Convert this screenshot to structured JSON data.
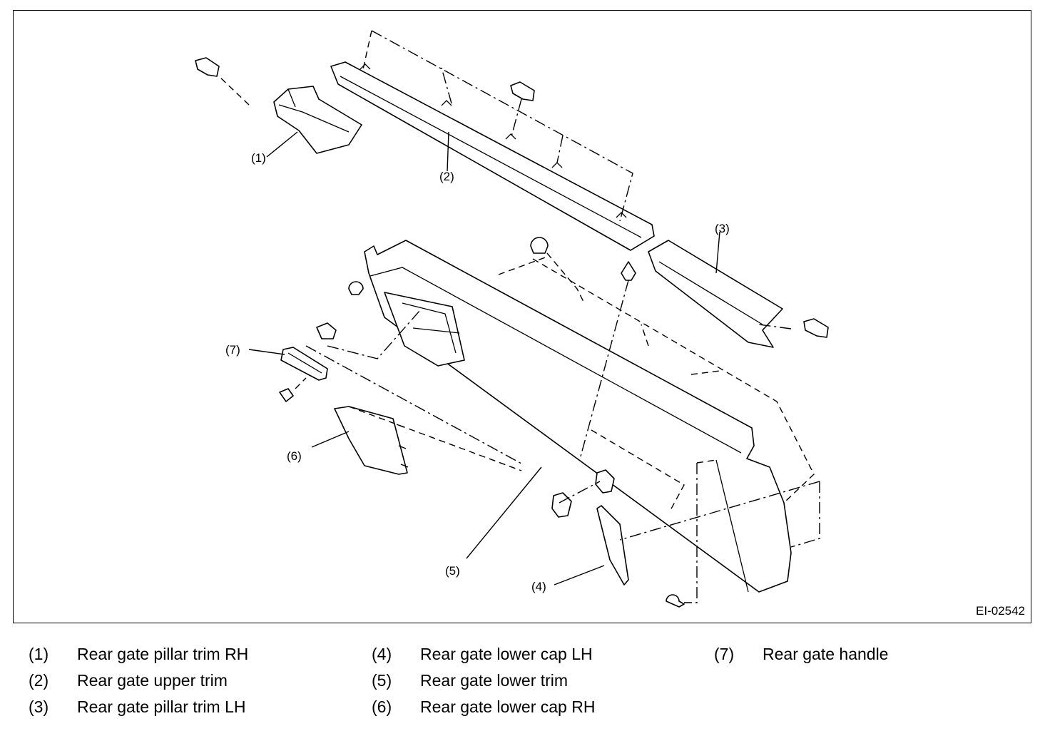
{
  "figure": {
    "id": "EI-02542",
    "callouts": [
      "(1)",
      "(2)",
      "(3)",
      "(4)",
      "(5)",
      "(6)",
      "(7)"
    ]
  },
  "legend": [
    {
      "num": "(1)",
      "text": "Rear gate pillar trim RH"
    },
    {
      "num": "(2)",
      "text": "Rear gate upper trim"
    },
    {
      "num": "(3)",
      "text": "Rear gate pillar trim LH"
    },
    {
      "num": "(4)",
      "text": "Rear gate lower cap LH"
    },
    {
      "num": "(5)",
      "text": "Rear gate lower trim"
    },
    {
      "num": "(6)",
      "text": "Rear gate lower cap RH"
    },
    {
      "num": "(7)",
      "text": "Rear gate handle"
    }
  ]
}
